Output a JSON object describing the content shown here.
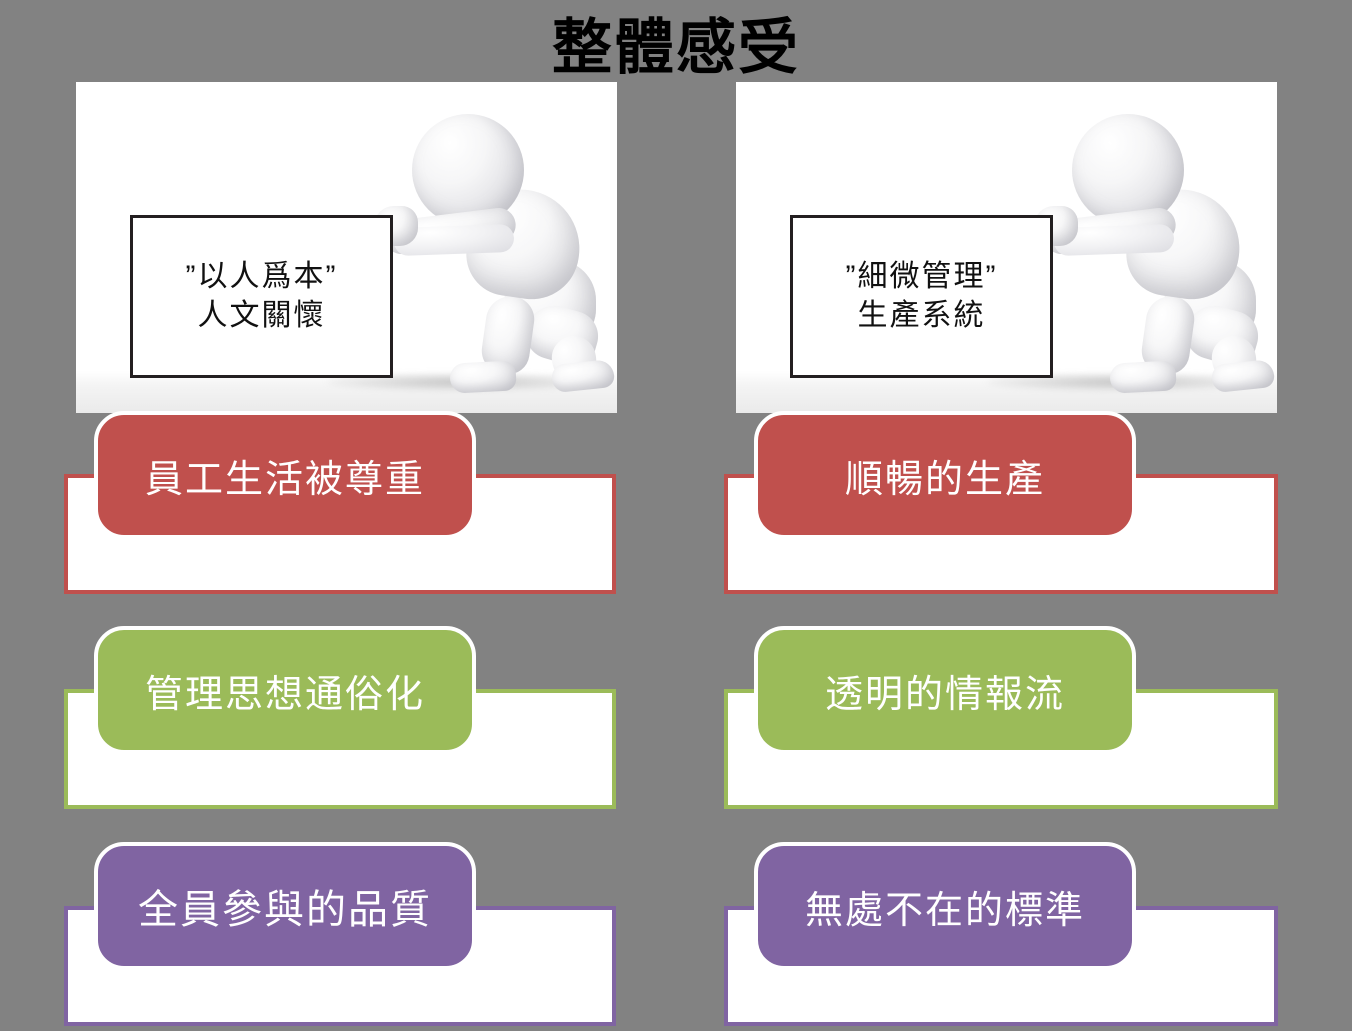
{
  "slide": {
    "title": "整體感受",
    "background_color": "#828282"
  },
  "panels": [
    {
      "side": "left",
      "image_name": "3d-figure-pushing-sign",
      "sign_lines": [
        "”以人爲本”",
        "人文關懷"
      ]
    },
    {
      "side": "right",
      "image_name": "3d-figure-pushing-sign",
      "sign_lines": [
        "”細微管理”",
        "生產系統"
      ]
    }
  ],
  "rows": [
    {
      "color": "#C0504D",
      "left_label": "員工生活被尊重",
      "right_label": "順暢的生產"
    },
    {
      "color": "#9BBB59",
      "left_label": "管理思想通俗化",
      "right_label": "透明的情報流"
    },
    {
      "color": "#8064A2",
      "left_label": "全員參與的品質",
      "right_label": "無處不在的標準"
    }
  ]
}
